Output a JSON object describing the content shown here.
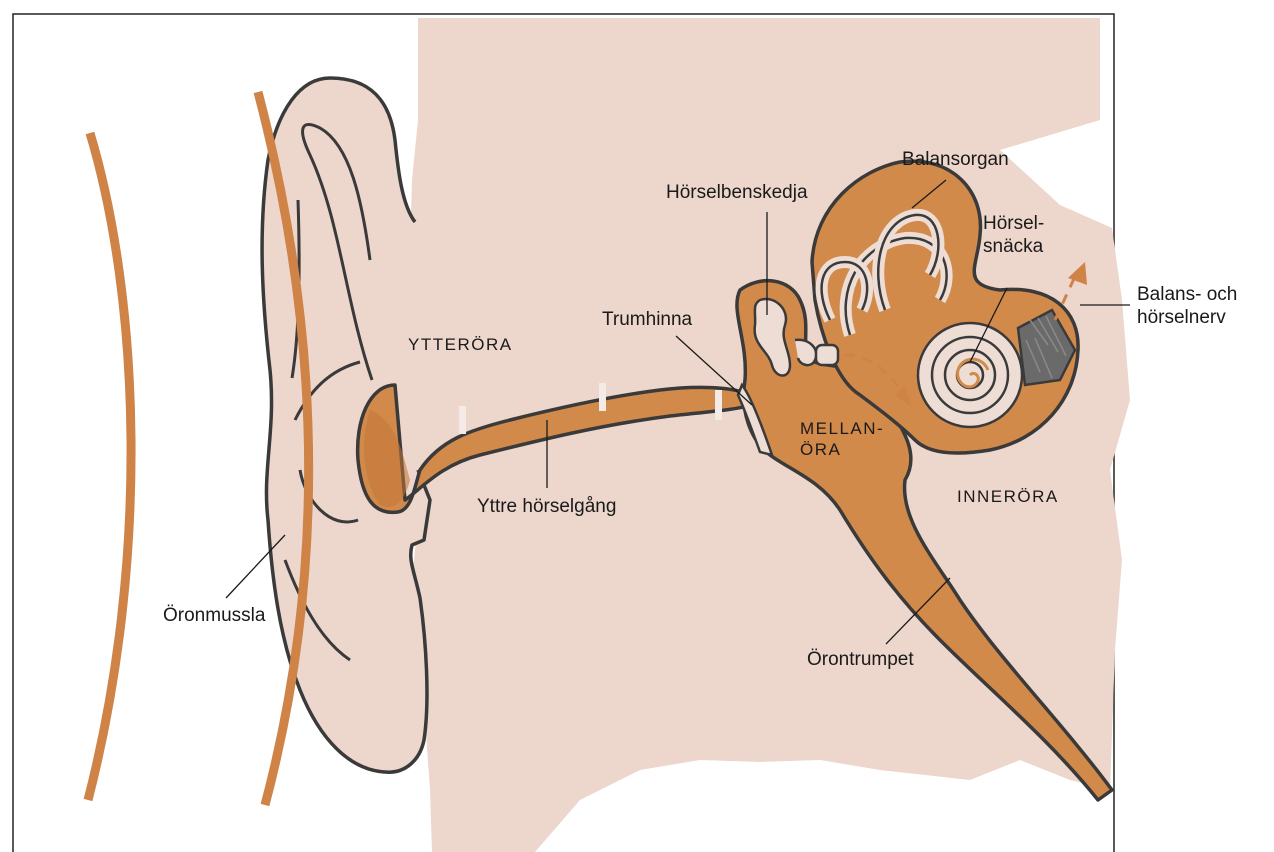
{
  "colors": {
    "skin": "#edd6cc",
    "canal": "#d28a4a",
    "canal_dark": "#c27536",
    "outline": "#3a3a3a",
    "wave": "#cf8347",
    "frame": "#222222"
  },
  "icons": {
    "sound-wave-icon": "curved-stroke",
    "arrow-icon": "dashed-arrow"
  },
  "labels": {
    "oronmussla": "Öronmussla",
    "yttre_horselgang": "Yttre hörselgång",
    "trumhinna": "Trumhinna",
    "horselbenskedja": "Hörselbenskedja",
    "balansorgan": "Balansorgan",
    "horselsnacka": [
      "Hörsel-",
      "snäcka"
    ],
    "balans_och_horselnerv": [
      "Balans- och",
      "hörselnerv"
    ],
    "orontrumpet": "Örontrumpet"
  },
  "regions": {
    "ytteroera": "YTTERÖRA",
    "mellanora": [
      "MELLAN-",
      "ÖRA"
    ],
    "innerora": "INNERÖRA"
  }
}
